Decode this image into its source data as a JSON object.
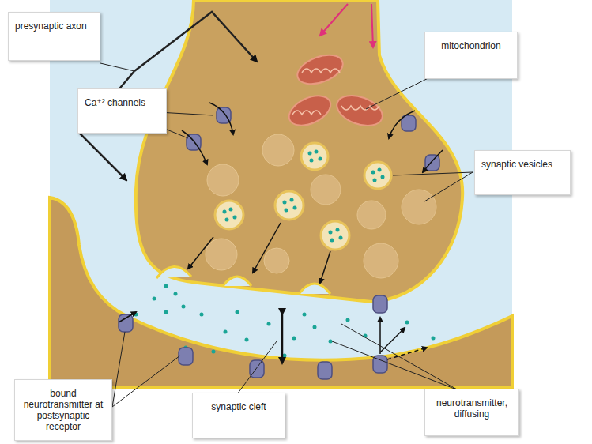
{
  "diagram": {
    "nodes": [
      {
        "text": [
          "presynaptic axon"
        ]
      },
      {
        "text": [
          "Ca⁺² channels"
        ]
      },
      {
        "text": [
          "mitochondrion"
        ]
      },
      {
        "text": [
          "synaptic vesicles"
        ]
      },
      {
        "text": [
          "bound neurotransmitter at postsynaptic receptor"
        ]
      },
      {
        "text": [
          "synaptic cleft"
        ]
      },
      {
        "text": [
          "neurotransmitter, diffusing"
        ]
      }
    ]
  }
}
